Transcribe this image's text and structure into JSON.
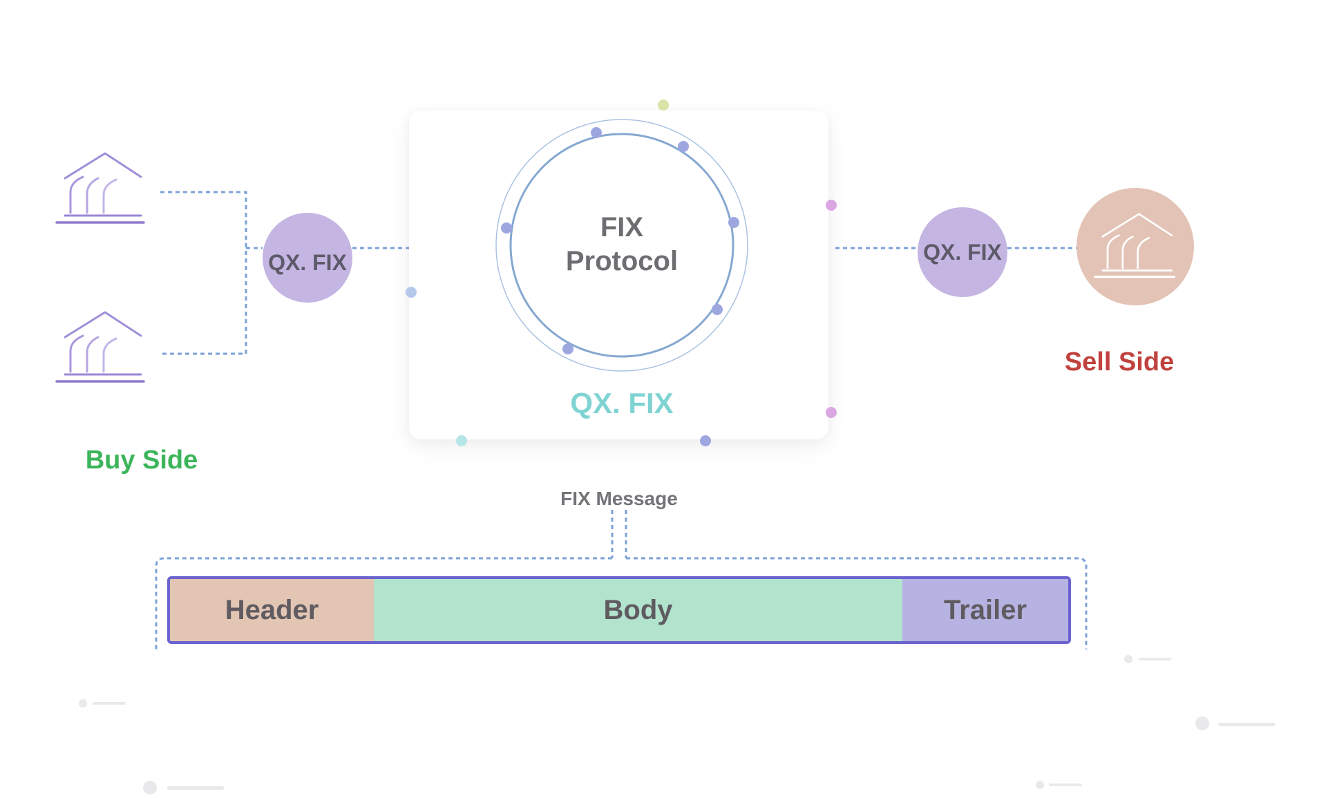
{
  "buy_side": {
    "label": "Buy Side",
    "color": "#3cb55a"
  },
  "buy_gateway": {
    "label": "QX. FIX"
  },
  "center": {
    "protocol_line1": "FIX",
    "protocol_line2": "Protocol",
    "platform_label": "QX. FIX",
    "platform_color": "#7fd3d3"
  },
  "sell_gateway": {
    "label": "QX. FIX"
  },
  "sell_side": {
    "label": "Sell Side",
    "color": "#c0423f"
  },
  "fix_message": {
    "label": "FIX Message",
    "segments": [
      {
        "label": "Header",
        "color": "#e3c5b4"
      },
      {
        "label": "Body",
        "color": "#b2e3cd"
      },
      {
        "label": "Trailer",
        "color": "#b6b3e3"
      }
    ],
    "border_color": "#6b63d0"
  },
  "icons": {
    "buy_institution_1": "bank-building-icon",
    "buy_institution_2": "bank-building-icon",
    "sell_institution": "bank-building-icon"
  },
  "colors": {
    "connector": "#7aa2d8",
    "ring": "#7fa3cf",
    "node_purple": "#c4b5e3",
    "node_peach": "#e3c3b5"
  }
}
